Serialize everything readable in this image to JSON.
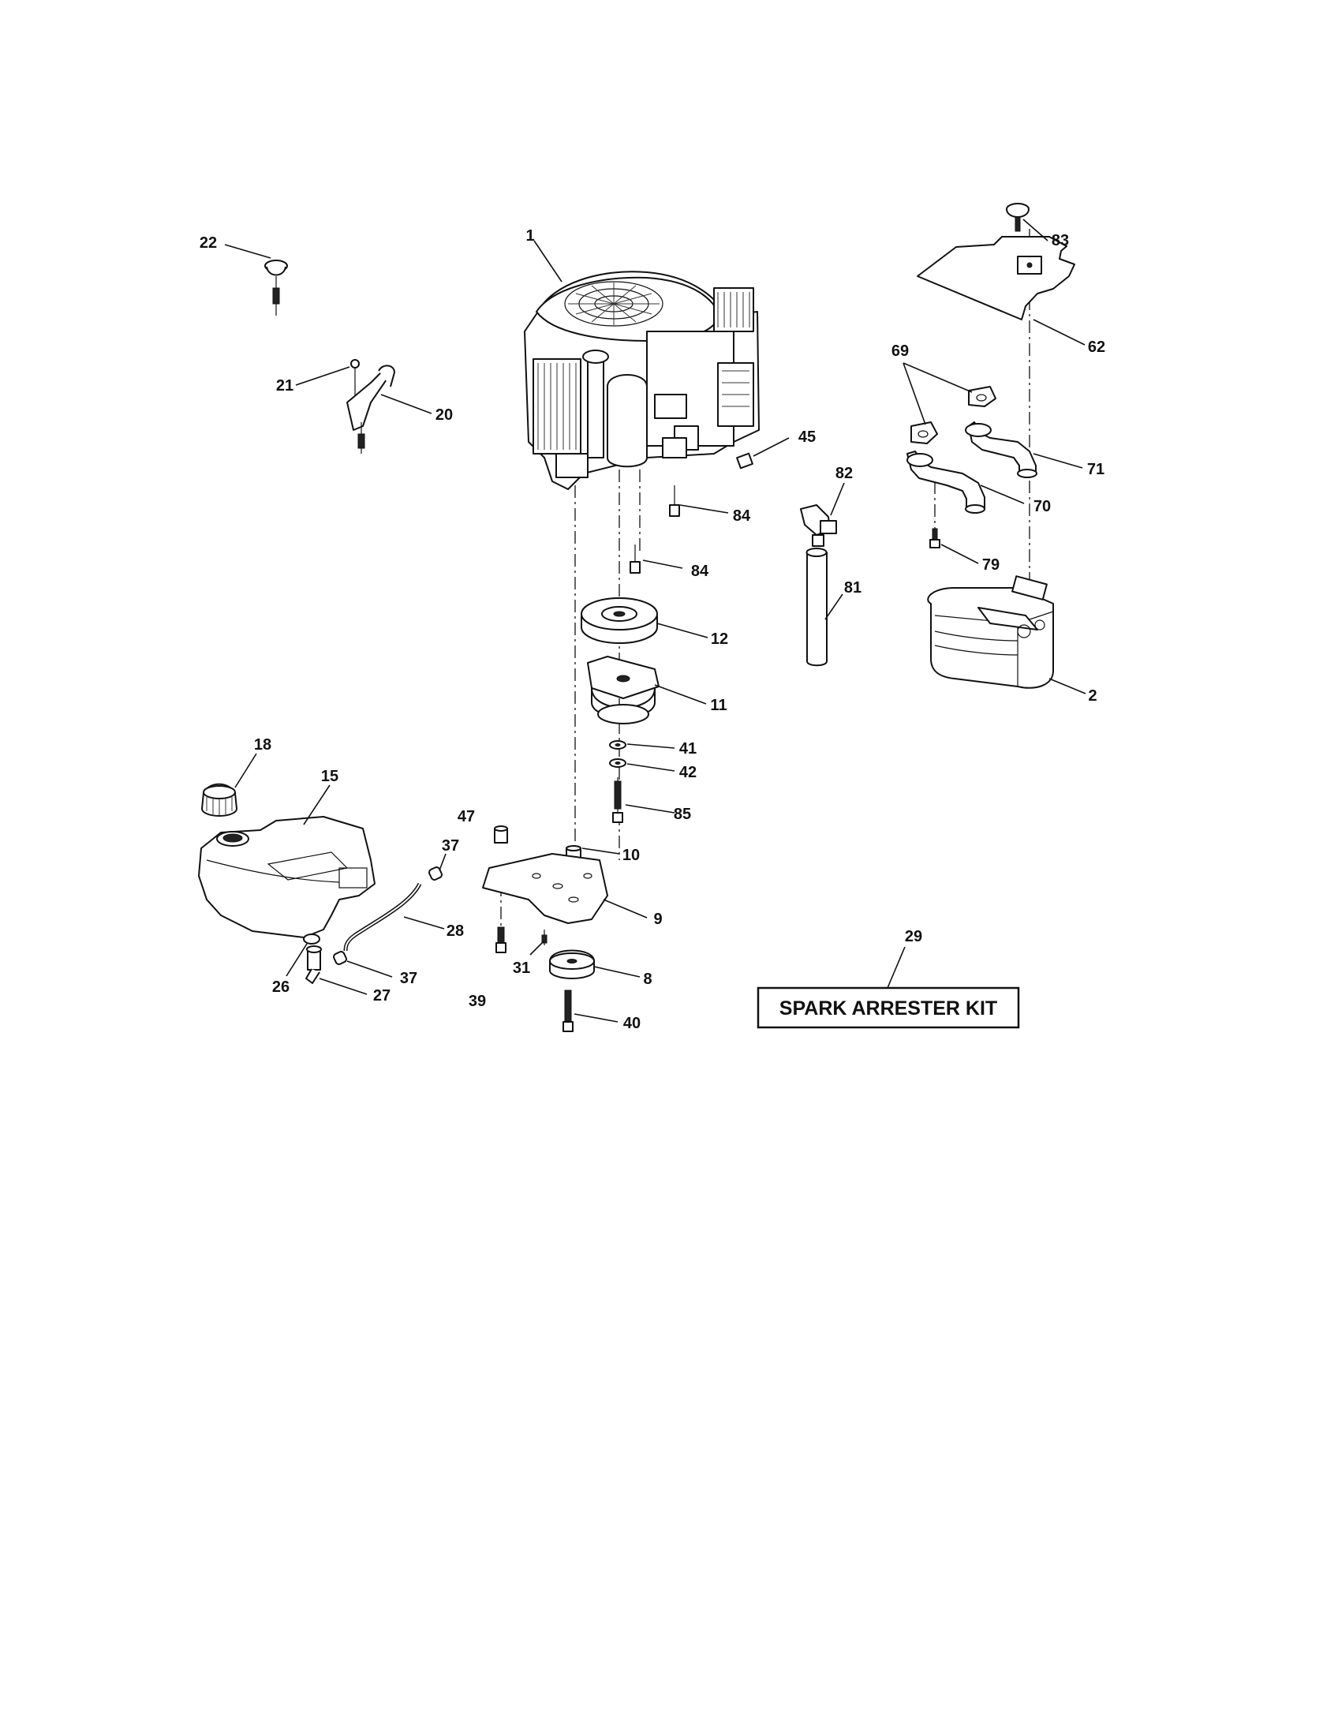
{
  "diagram": {
    "callouts": {
      "c1": "1",
      "c2": "2",
      "c8": "8",
      "c9": "9",
      "c10": "10",
      "c11": "11",
      "c12": "12",
      "c15": "15",
      "c18": "18",
      "c20": "20",
      "c21": "21",
      "c22": "22",
      "c26": "26",
      "c27": "27",
      "c28": "28",
      "c29": "29",
      "c31": "31",
      "c37a": "37",
      "c37b": "37",
      "c39": "39",
      "c40": "40",
      "c41": "41",
      "c42": "42",
      "c45": "45",
      "c47": "47",
      "c62": "62",
      "c69": "69",
      "c70": "70",
      "c71": "71",
      "c79": "79",
      "c81": "81",
      "c82": "82",
      "c83": "83",
      "c84a": "84",
      "c84b": "84",
      "c85": "85"
    },
    "kit_label": "SPARK ARRESTER KIT"
  }
}
